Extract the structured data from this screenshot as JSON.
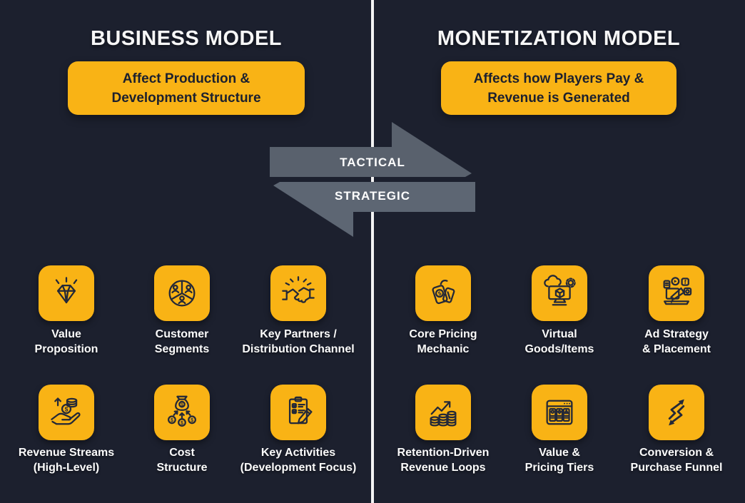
{
  "colors": {
    "background": "#1C202E",
    "accent_yellow": "#F9B315",
    "arrow_gray_top": "#59616d",
    "arrow_gray_bottom": "#5d6673",
    "divider_white": "#F4F4F4",
    "dark_text": "#1C202E",
    "light_text": "#FBFBFB"
  },
  "left": {
    "title": "BUSINESS MODEL",
    "subtitle_lines": [
      "Affect Production &",
      "Development Structure"
    ],
    "tiles": [
      {
        "icon": "diamond-icon",
        "lines": [
          "Value",
          "Proposition"
        ]
      },
      {
        "icon": "customer-segments-icon",
        "lines": [
          "Customer",
          "Segments"
        ]
      },
      {
        "icon": "handshake-icon",
        "lines": [
          "Key Partners /",
          "Distribution Channel"
        ]
      },
      {
        "icon": "hand-money-icon",
        "lines": [
          "Revenue Streams",
          "(High-Level)"
        ]
      },
      {
        "icon": "money-bag-icon",
        "lines": [
          "Cost",
          "Structure"
        ]
      },
      {
        "icon": "checklist-pen-icon",
        "lines": [
          "Key Activities",
          "(Development Focus)"
        ]
      }
    ]
  },
  "right": {
    "title": "MONETIZATION MODEL",
    "subtitle_lines": [
      "Affects how Players Pay &",
      "Revenue is Generated"
    ],
    "tiles": [
      {
        "icon": "price-tags-icon",
        "lines": [
          "Core Pricing",
          "Mechanic"
        ]
      },
      {
        "icon": "virtual-goods-icon",
        "lines": [
          "Virtual",
          "Goods/Items"
        ]
      },
      {
        "icon": "ad-megaphone-icon",
        "lines": [
          "Ad Strategy",
          "& Placement"
        ]
      },
      {
        "icon": "growth-coins-icon",
        "lines": [
          "Retention-Driven",
          "Revenue Loops"
        ]
      },
      {
        "icon": "pricing-table-icon",
        "lines": [
          "Value &",
          "Pricing Tiers"
        ]
      },
      {
        "icon": "conversion-arrows-icon",
        "lines": [
          "Conversion &",
          "Purchase Funnel"
        ]
      }
    ]
  },
  "arrows": {
    "top_label": "TACTICAL",
    "bottom_label": "STRATEGIC"
  }
}
